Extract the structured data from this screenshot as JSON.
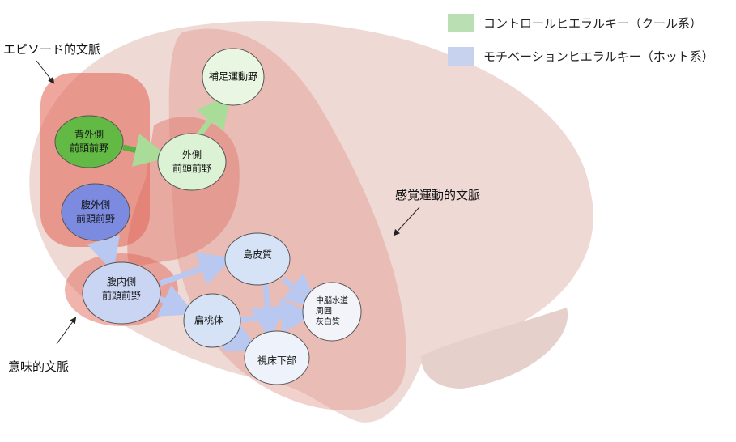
{
  "legend": [
    {
      "label": "コントロールヒエラルキー（クール系）",
      "color": "#b9dfb2"
    },
    {
      "label": "モチベーションヒエラルキー（ホット系）",
      "color": "#c7d3ee"
    }
  ],
  "contexts": {
    "episodic": "エピソード的文脈",
    "semantic": "意味的文脈",
    "sensorimotor": "感覚運動的文脈"
  },
  "nodes": {
    "sma": "補足運動野",
    "dlpfc": "背外側\n前頭前野",
    "lpfc": "外側\n前頭前野",
    "vlpfc": "腹外側\n前頭前野",
    "vmpfc": "腹内側\n前頭前野",
    "insula": "島皮質",
    "amygdala": "扁桃体",
    "pag": "中脳水道\n周囲\n灰白質",
    "hypothalamus": "視床下部"
  }
}
